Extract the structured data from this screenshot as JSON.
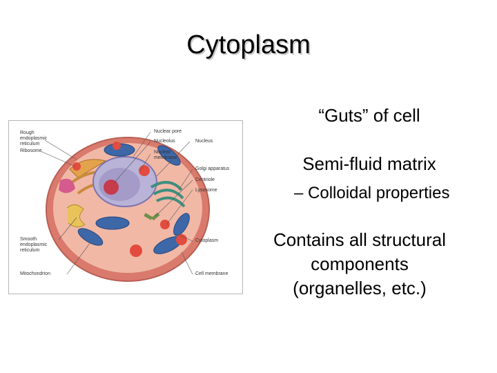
{
  "title": "Cytoplasm",
  "bullets": {
    "guts": "“Guts” of cell",
    "matrix": "Semi-fluid matrix",
    "colloidal": "– Colloidal properties",
    "contains": [
      "Contains all structural",
      "components",
      "(organelles, etc.)"
    ]
  },
  "diagram_labels": {
    "rough_er": "Rough\nendoplasmic\nreticulum",
    "ribosome": "Ribosome",
    "nuclear_pore": "Nuclear pore",
    "nucleolus": "Nucleolus",
    "nucleus": "Nucleus",
    "nuclear_membrane": "Nuclear\nmembrane",
    "golgi": "Golgi apparatus",
    "centriole": "Centriole",
    "lysosome": "Lysosome",
    "smooth_er": "Smooth\nendoplasmic\nreticulum",
    "cytoplasm": "Cytoplasm",
    "mitochondrion": "Mitochondrion",
    "cell_membrane": "Cell membrane"
  }
}
